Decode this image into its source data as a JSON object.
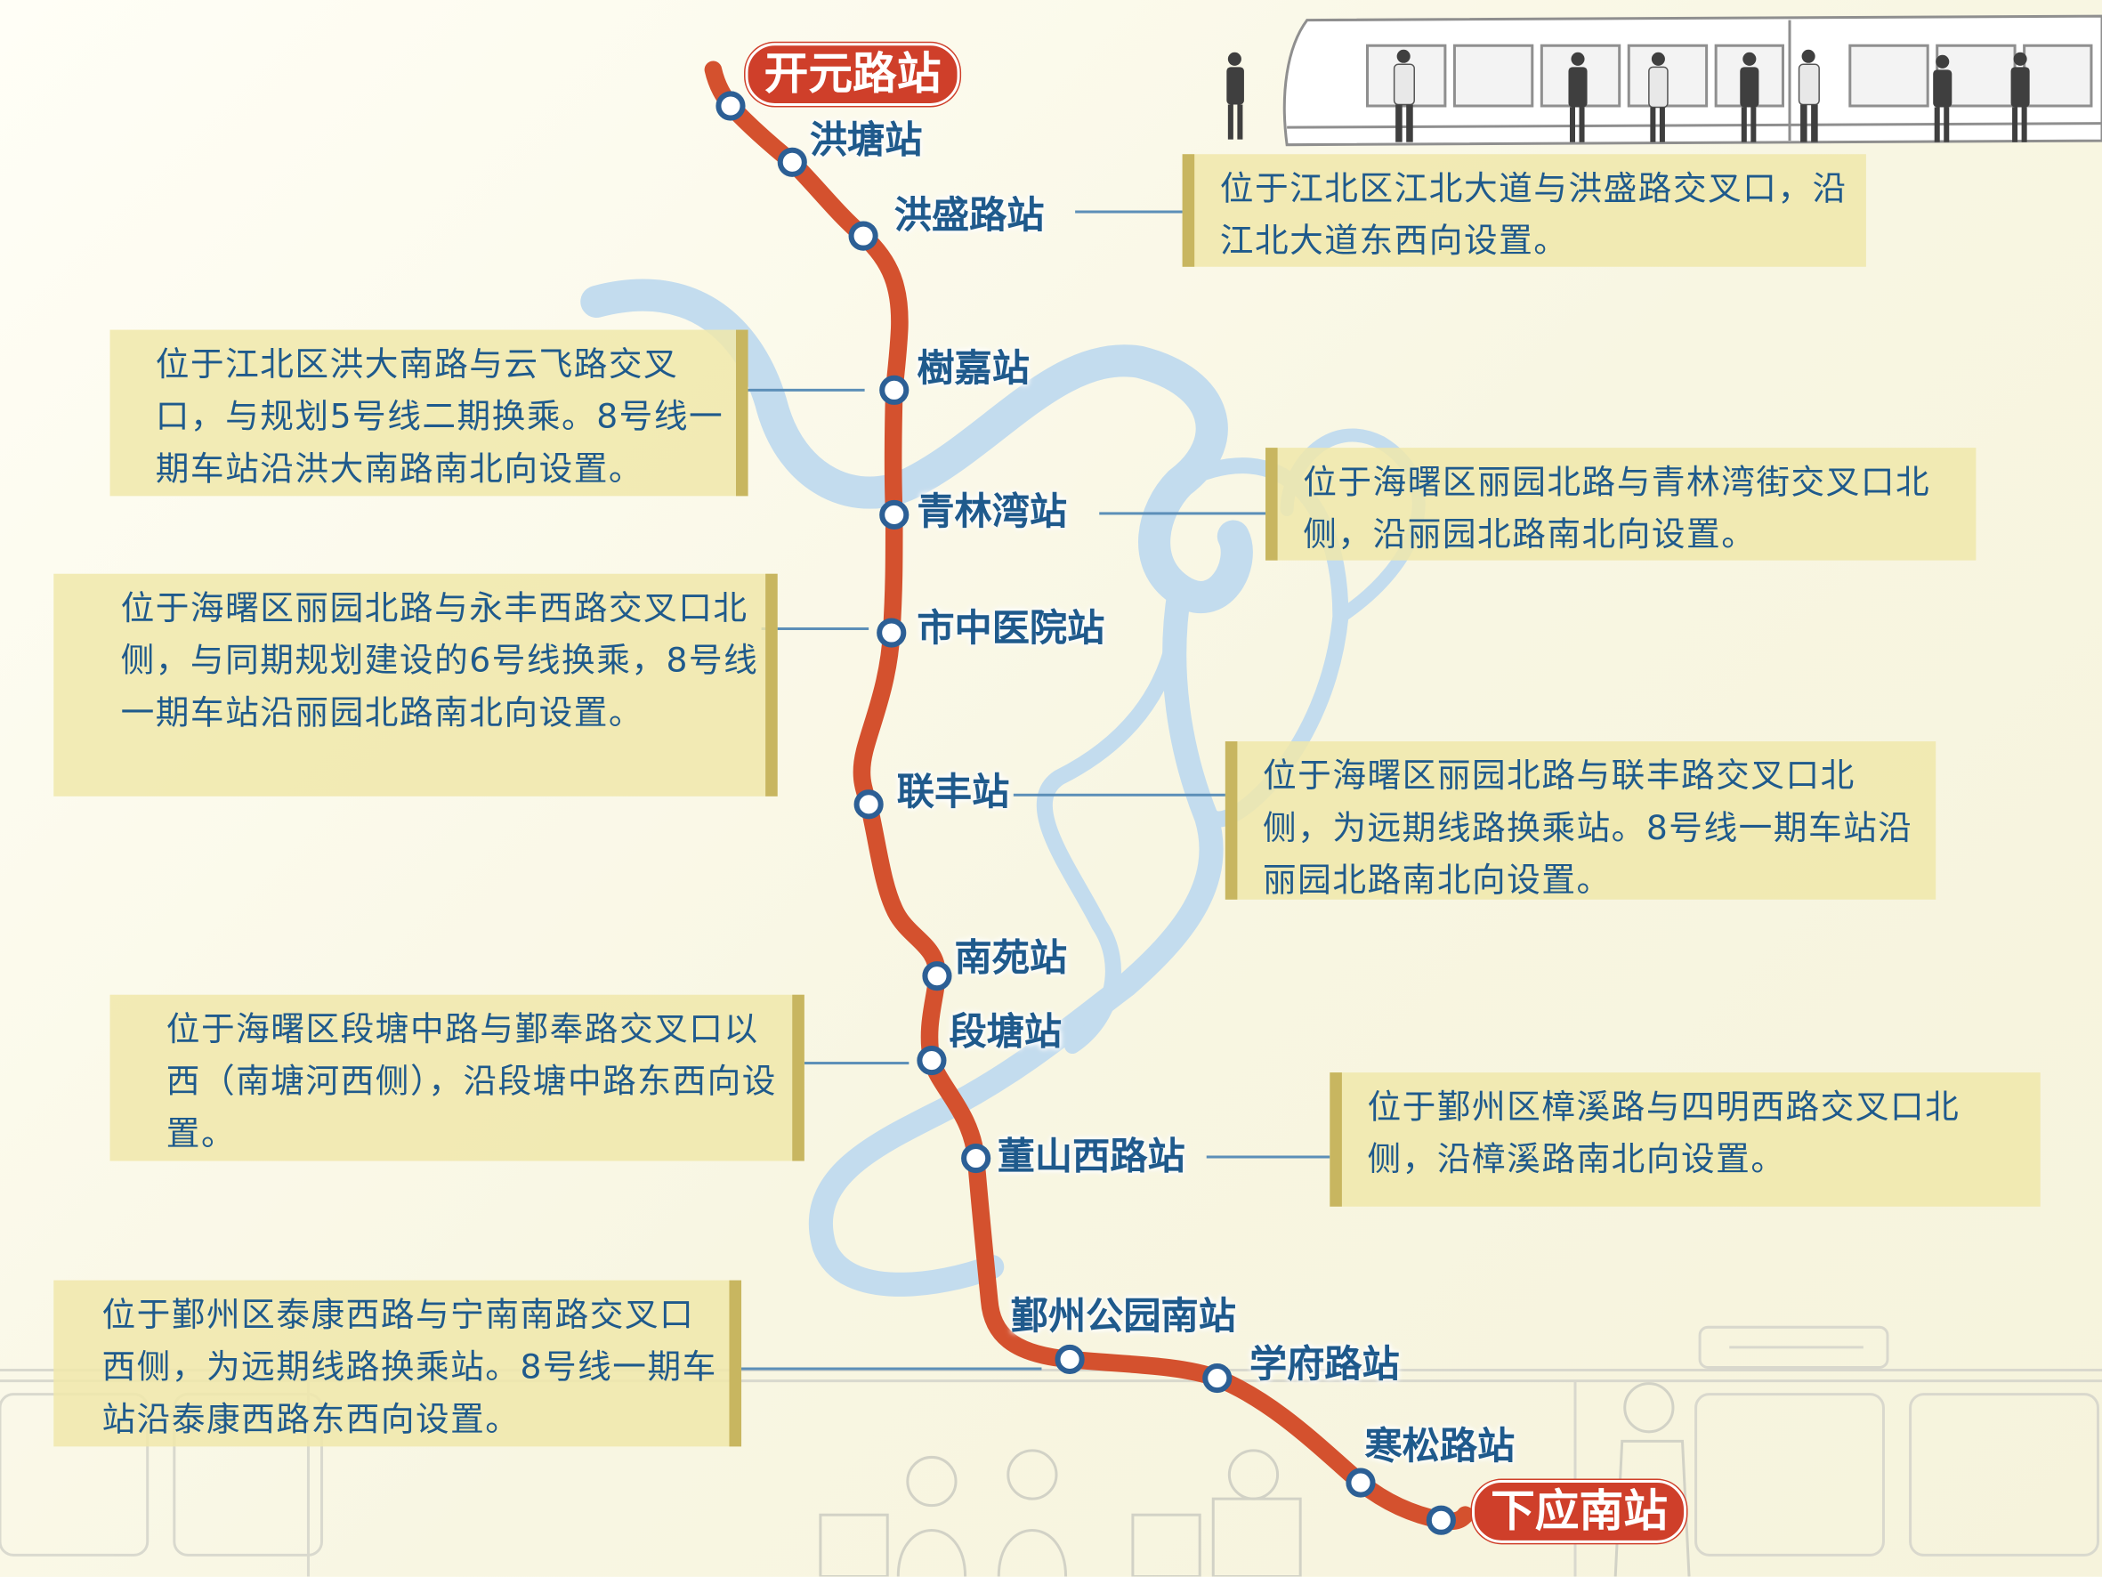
{
  "terminals": {
    "north": "开元路站",
    "south": "下应南站"
  },
  "stations": [
    "洪塘站",
    "洪盛路站",
    "樹嘉站",
    "青林湾站",
    "市中医院站",
    "联丰站",
    "南苑站",
    "段塘站",
    "董山西路站",
    "鄞州公园南站",
    "学府路站",
    "寒松路站"
  ],
  "notes": {
    "hongsheng": "位于江北区江北大道与洪盛路交叉口，沿江北大道东西向设置。",
    "shujia": "位于江北区洪大南路与云飞路交叉口，与规划5号线二期换乘。8号线一期车站沿洪大南路南北向设置。",
    "qinglinwan": "位于海曙区丽园北路与青林湾街交叉口北侧，沿丽园北路南北向设置。",
    "zhongyiyuan": "位于海曙区丽园北路与永丰西路交叉口北侧，与同期规划建设的6号线换乘，8号线一期车站沿丽园北路南北向设置。",
    "lianfeng": "位于海曙区丽园北路与联丰路交叉口北侧，为远期线路换乘站。8号线一期车站沿丽园北路南北向设置。",
    "duantang": "位于海曙区段塘中路与鄞奉路交叉口以西（南塘河西侧），沿段塘中路东西向设置。",
    "jinshanxilu": "位于鄞州区樟溪路与四明西路交叉口北侧，沿樟溪路南北向设置。",
    "yinzhougongyuannan": "位于鄞州区泰康西路与宁南南路交叉口西侧，为远期线路换乘站。8号线一期车站沿泰康西路东西向设置。"
  },
  "colors": {
    "line": "#d4512e",
    "station_ring": "#2c5f95",
    "text": "#1f5a8c",
    "river": "#c3dcee",
    "note_bg": "#f0e8aa",
    "note_bar": "#c8b660"
  }
}
